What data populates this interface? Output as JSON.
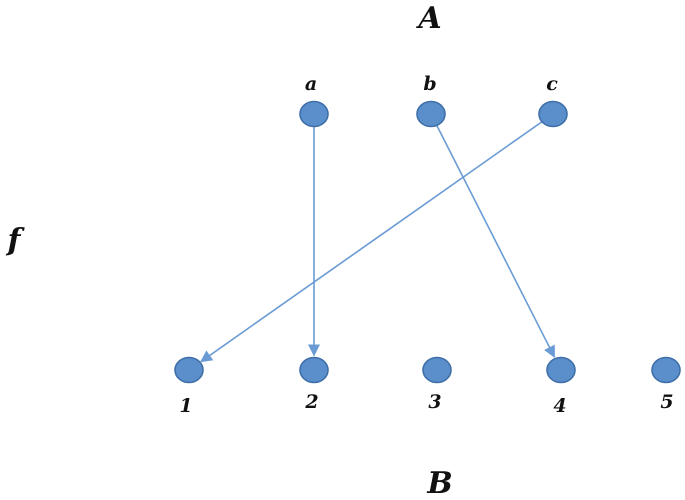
{
  "diagram": {
    "set_domain_label": "A",
    "set_codomain_label": "B",
    "function_label": "f",
    "domain_nodes": [
      {
        "id": "a",
        "label": "a"
      },
      {
        "id": "b",
        "label": "b"
      },
      {
        "id": "c",
        "label": "c"
      }
    ],
    "codomain_nodes": [
      {
        "id": "1",
        "label": "1"
      },
      {
        "id": "2",
        "label": "2"
      },
      {
        "id": "3",
        "label": "3"
      },
      {
        "id": "4",
        "label": "4"
      },
      {
        "id": "5",
        "label": "5"
      }
    ],
    "mappings": [
      {
        "from": "a",
        "to": "2"
      },
      {
        "from": "b",
        "to": "4"
      },
      {
        "from": "c",
        "to": "1"
      }
    ],
    "colors": {
      "node_fill": "#5B8FCC",
      "node_stroke": "#3F6FA8",
      "arrow": "#6A9BD4",
      "text": "#111111"
    }
  }
}
